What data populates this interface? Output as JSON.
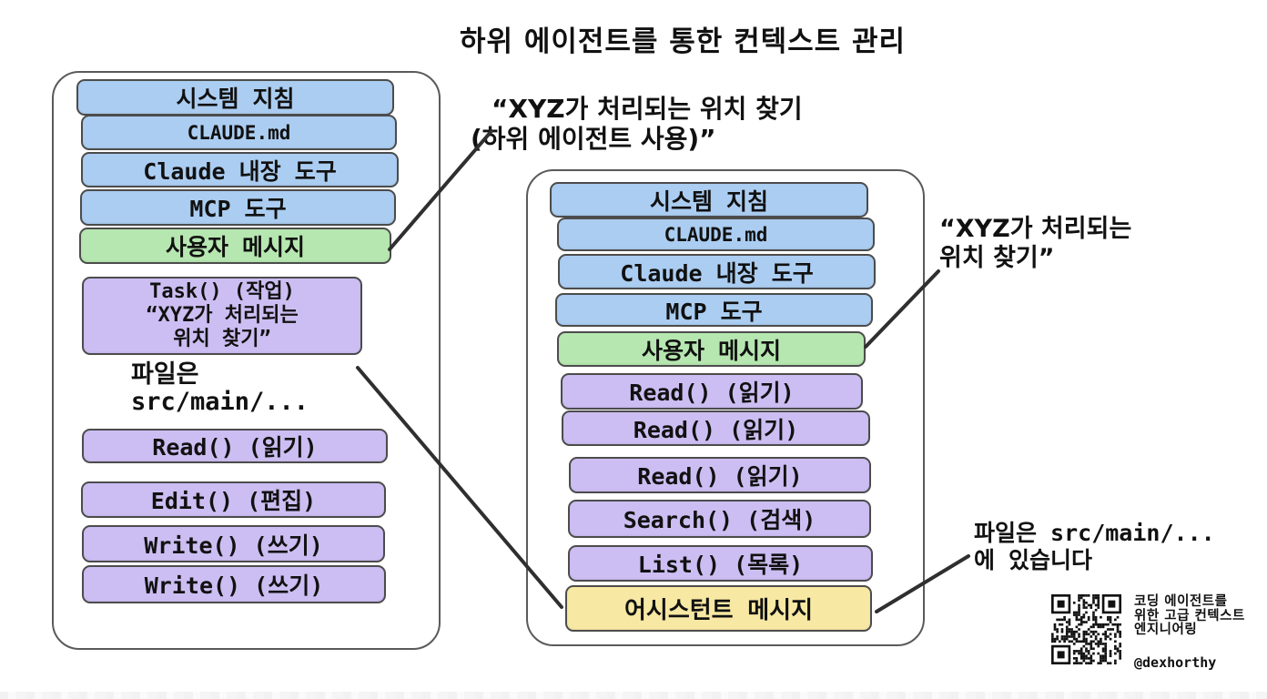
{
  "title": "하위 에이전트를 통한 컨텍스트 관리",
  "colors": {
    "system_block": "#abcdf1",
    "user_message_block": "#b6e7b0",
    "tool_call_block": "#ccbef2",
    "assistant_message_block": "#f7e8a3",
    "panel_border": "#5a5a5a",
    "connector_line": "#2f2f2f"
  },
  "left_panel": {
    "rows": [
      {
        "label": "시스템 지침"
      },
      {
        "label": "CLAUDE.md"
      },
      {
        "label": "Claude 내장 도구"
      },
      {
        "label": "MCP 도구"
      },
      {
        "label": "사용자 메시지"
      }
    ],
    "task_block": {
      "lines": [
        "Task() (작업)",
        "“XYZ가 처리되는",
        "위치 찾기”"
      ]
    },
    "note_lines": [
      "파일은",
      "src/main/..."
    ],
    "tool_rows": [
      {
        "label": "Read() (읽기)"
      },
      {
        "label": "Edit() (편집)"
      },
      {
        "label": "Write() (쓰기)"
      },
      {
        "label": "Write() (쓰기)"
      }
    ]
  },
  "right_panel": {
    "rows": [
      {
        "label": "시스템 지침"
      },
      {
        "label": "CLAUDE.md"
      },
      {
        "label": "Claude 내장 도구"
      },
      {
        "label": "MCP 도구"
      },
      {
        "label": "사용자 메시지"
      }
    ],
    "tool_rows": [
      {
        "label": "Read() (읽기)"
      },
      {
        "label": "Read() (읽기)"
      },
      {
        "label": "Read() (읽기)"
      },
      {
        "label": "Search() (검색)"
      },
      {
        "label": "List() (목록)"
      }
    ],
    "assistant_row": {
      "label": "어시스턴트 메시지"
    }
  },
  "callouts": {
    "top": {
      "lines": [
        "“XYZ가 처리되는 위치 찾기",
        "(하위 에이전트 사용)”"
      ]
    },
    "right": {
      "lines": [
        "“XYZ가 처리되는",
        "위치 찾기”"
      ]
    },
    "bottom": {
      "lines": [
        "파일은 src/main/...",
        "에 있습니다"
      ]
    }
  },
  "footer": {
    "caption_lines": [
      "코딩 에이전트를",
      "위한 고급 컨텍스트",
      "엔지니어링"
    ],
    "handle": "@dexhorthy"
  }
}
